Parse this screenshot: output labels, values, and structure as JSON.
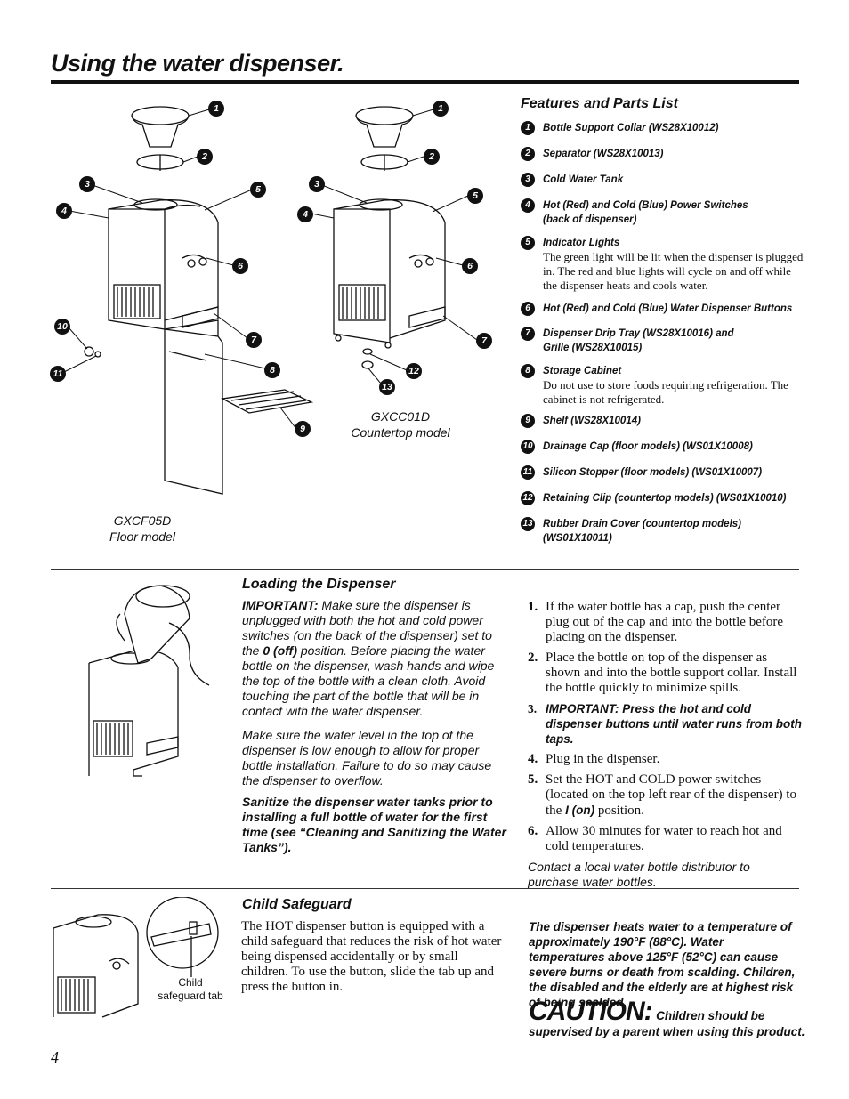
{
  "page": {
    "title": "Using the water dispenser.",
    "page_number": "4"
  },
  "figure": {
    "callout_numbers": [
      "1",
      "2",
      "3",
      "4",
      "5",
      "6",
      "7",
      "8",
      "9",
      "10",
      "11",
      "12",
      "13"
    ],
    "floor_model_code": "GXCF05D",
    "floor_model_name": "Floor model",
    "countertop_model_code": "GXCC01D",
    "countertop_model_name": "Countertop model"
  },
  "parts": {
    "heading": "Features and Parts List",
    "items": [
      {
        "num": "1",
        "label": "Bottle Support Collar (WS28X10012)",
        "desc": ""
      },
      {
        "num": "2",
        "label": "Separator (WS28X10013)",
        "desc": ""
      },
      {
        "num": "3",
        "label": "Cold Water Tank",
        "desc": ""
      },
      {
        "num": "4",
        "label": "Hot (Red) and Cold (Blue) Power Switches",
        "label2": "(back of dispenser)",
        "desc": ""
      },
      {
        "num": "5",
        "label": "Indicator Lights",
        "desc": "The green light will be lit when the dispenser is plugged in. The red and blue lights will cycle on and off while the dispenser heats and cools water."
      },
      {
        "num": "6",
        "label": "Hot (Red) and Cold (Blue) Water Dispenser Buttons",
        "desc": ""
      },
      {
        "num": "7",
        "label": "Dispenser Drip Tray (WS28X10016) and",
        "label2": "Grille (WS28X10015)",
        "desc": ""
      },
      {
        "num": "8",
        "label": "Storage Cabinet",
        "desc": "Do not use to store foods requiring refrigeration. The cabinet is not refrigerated."
      },
      {
        "num": "9",
        "label": "Shelf (WS28X10014)",
        "desc": ""
      },
      {
        "num": "10",
        "label": "Drainage Cap (floor models) (WS01X10008)",
        "desc": ""
      },
      {
        "num": "11",
        "label": "Silicon Stopper (floor models) (WS01X10007)",
        "desc": ""
      },
      {
        "num": "12",
        "label": "Retaining Clip (countertop models) (WS01X10010)",
        "desc": ""
      },
      {
        "num": "13",
        "label": "Rubber Drain Cover (countertop models)",
        "label2": "(WS01X10011)",
        "desc": ""
      }
    ]
  },
  "loading": {
    "heading": "Loading the Dispenser",
    "important_lead": "IMPORTANT:",
    "important_text_a": " Make sure the dispenser is unplugged with both the hot and cold power switches (on the back of the dispenser) set to the ",
    "important_off": "0 (off)",
    "important_text_b": " position. Before placing the water bottle on the dispenser, wash hands and wipe the top of the bottle with a clean cloth. Avoid touching the part of the bottle that will be in contact with the water dispenser.",
    "water_level": "Make sure the water level in the top of the dispenser is low enough to allow for proper bottle installation. Failure to do so may cause the dispenser to overflow.",
    "sanitize": "Sanitize the dispenser water tanks prior to installing a full bottle of water for the first time (see “Cleaning and Sanitizing the Water Tanks”).",
    "steps": [
      {
        "n": "1.",
        "text": "If the water bottle has a cap, push the center plug out of the cap and into the bottle before placing on the dispenser."
      },
      {
        "n": "2.",
        "text": "Place the bottle on top of the dispenser as shown and into the bottle support collar. Install the bottle quickly to minimize spills."
      },
      {
        "n": "3.",
        "text": "IMPORTANT: Press the hot and cold dispenser buttons until water runs from both taps."
      },
      {
        "n": "4.",
        "text": "Plug in the dispenser."
      },
      {
        "n": "5.",
        "text_a": "Set the HOT and COLD power switches (located on the top left rear of the dispenser) to the ",
        "on": "I (on)",
        "text_b": " position."
      },
      {
        "n": "6.",
        "text": "Allow 30 minutes for water to reach hot and cold temperatures."
      }
    ],
    "contact": "Contact a local water bottle distributor to purchase water bottles."
  },
  "safeguard": {
    "heading": "Child Safeguard",
    "text": "The HOT dispenser button is equipped with a child safeguard that reduces the risk of hot water being dispensed accidentally or by small children. To use the button, slide the tab up and press the button in.",
    "tab_label_1": "Child",
    "tab_label_2": "safeguard tab",
    "warning": "The dispenser heats water to a temperature of approximately 190°F (88°C). Water temperatures above 125°F (52°C) can cause severe burns or death from scalding. Children, the disabled and the elderly are at highest risk of being scalded.",
    "caution_word": "CAUTION:",
    "caution_text_a": "Children should be",
    "caution_text_b": "supervised by a parent when using this product."
  }
}
